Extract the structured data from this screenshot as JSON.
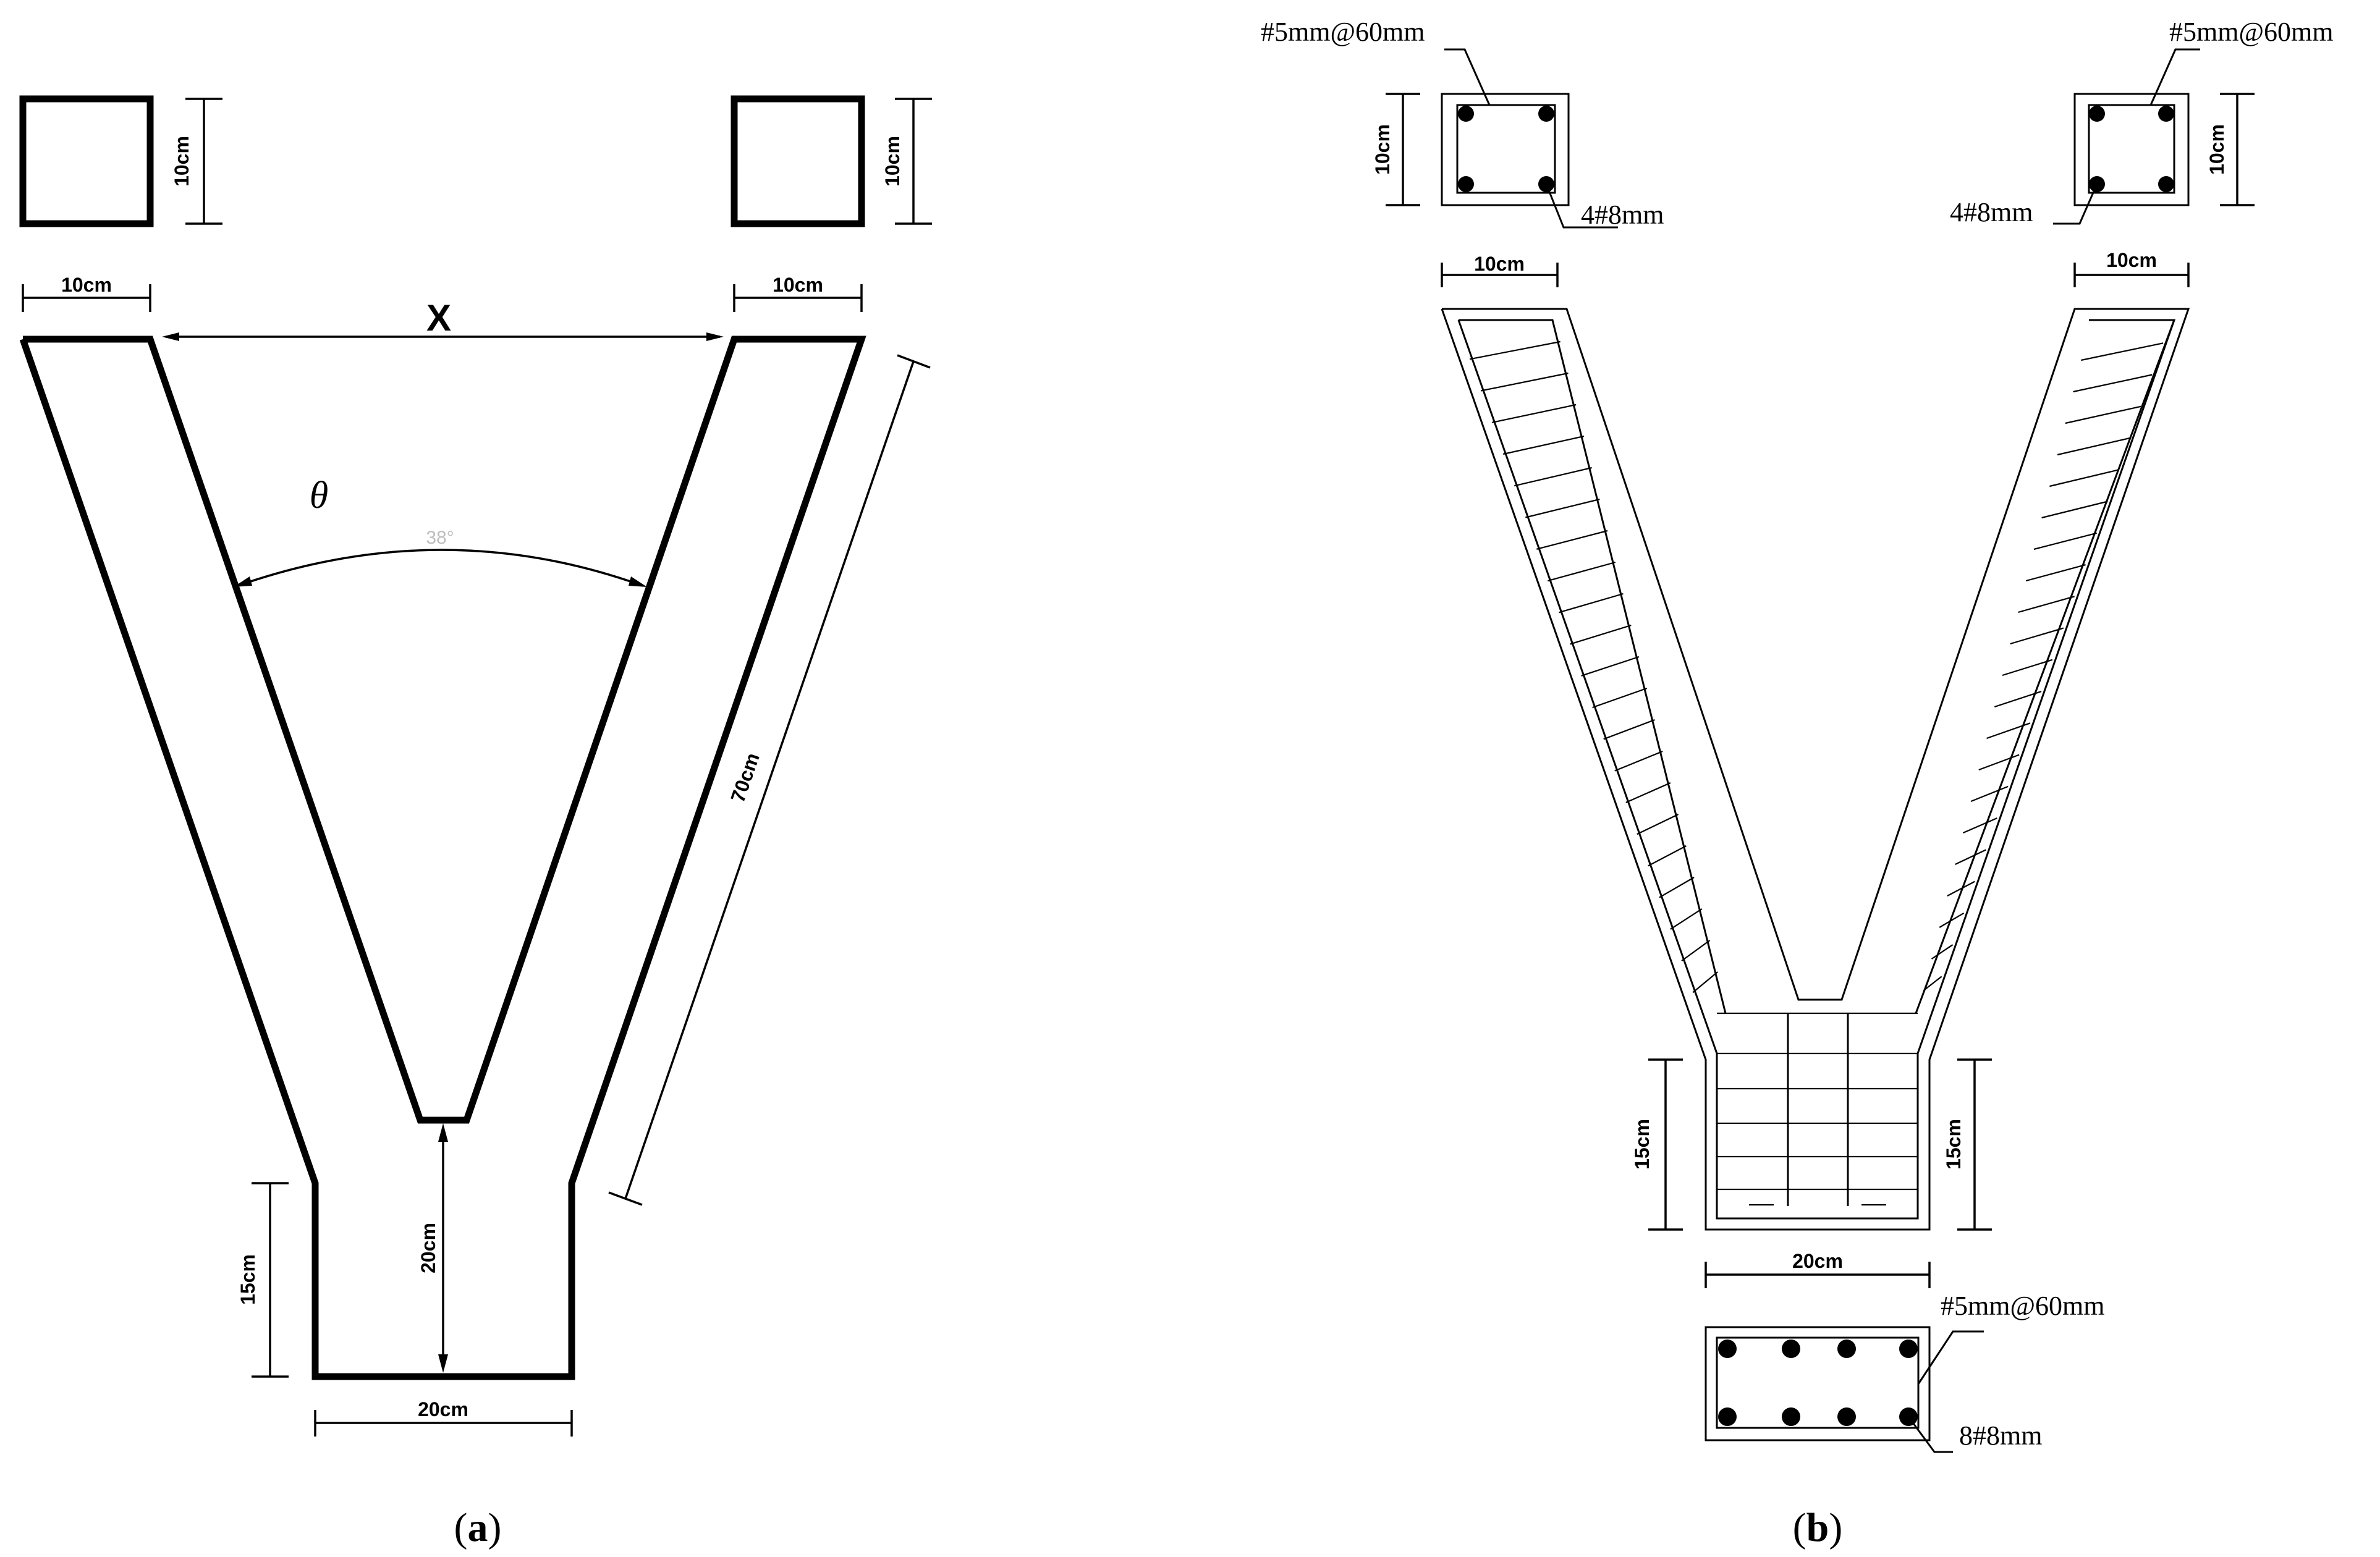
{
  "panel_a": {
    "caption_open": "(",
    "caption_letter": "a",
    "caption_close": ")",
    "top_section_height": "10cm",
    "top_left_width": "10cm",
    "top_right_width": "10cm",
    "span_label": "X",
    "angle_symbol": "θ",
    "angle_value": "38°",
    "arm_length": "70cm",
    "stem_height": "15cm",
    "inner_height": "20cm",
    "base_width": "20cm"
  },
  "panel_b": {
    "caption_open": "(",
    "caption_letter": "b",
    "caption_close": ")",
    "left_stirrup": "#5mm@60mm",
    "right_stirrup": "#5mm@60mm",
    "left_bars": "4#8mm",
    "right_bars": "4#8mm",
    "left_height": "10cm",
    "right_height": "10cm",
    "left_width": "10cm",
    "right_width": "10cm",
    "stem_left_height": "15cm",
    "stem_right_height": "15cm",
    "base_width": "20cm",
    "bottom_stirrup": "#5mm@60mm",
    "bottom_bars": "8#8mm"
  }
}
